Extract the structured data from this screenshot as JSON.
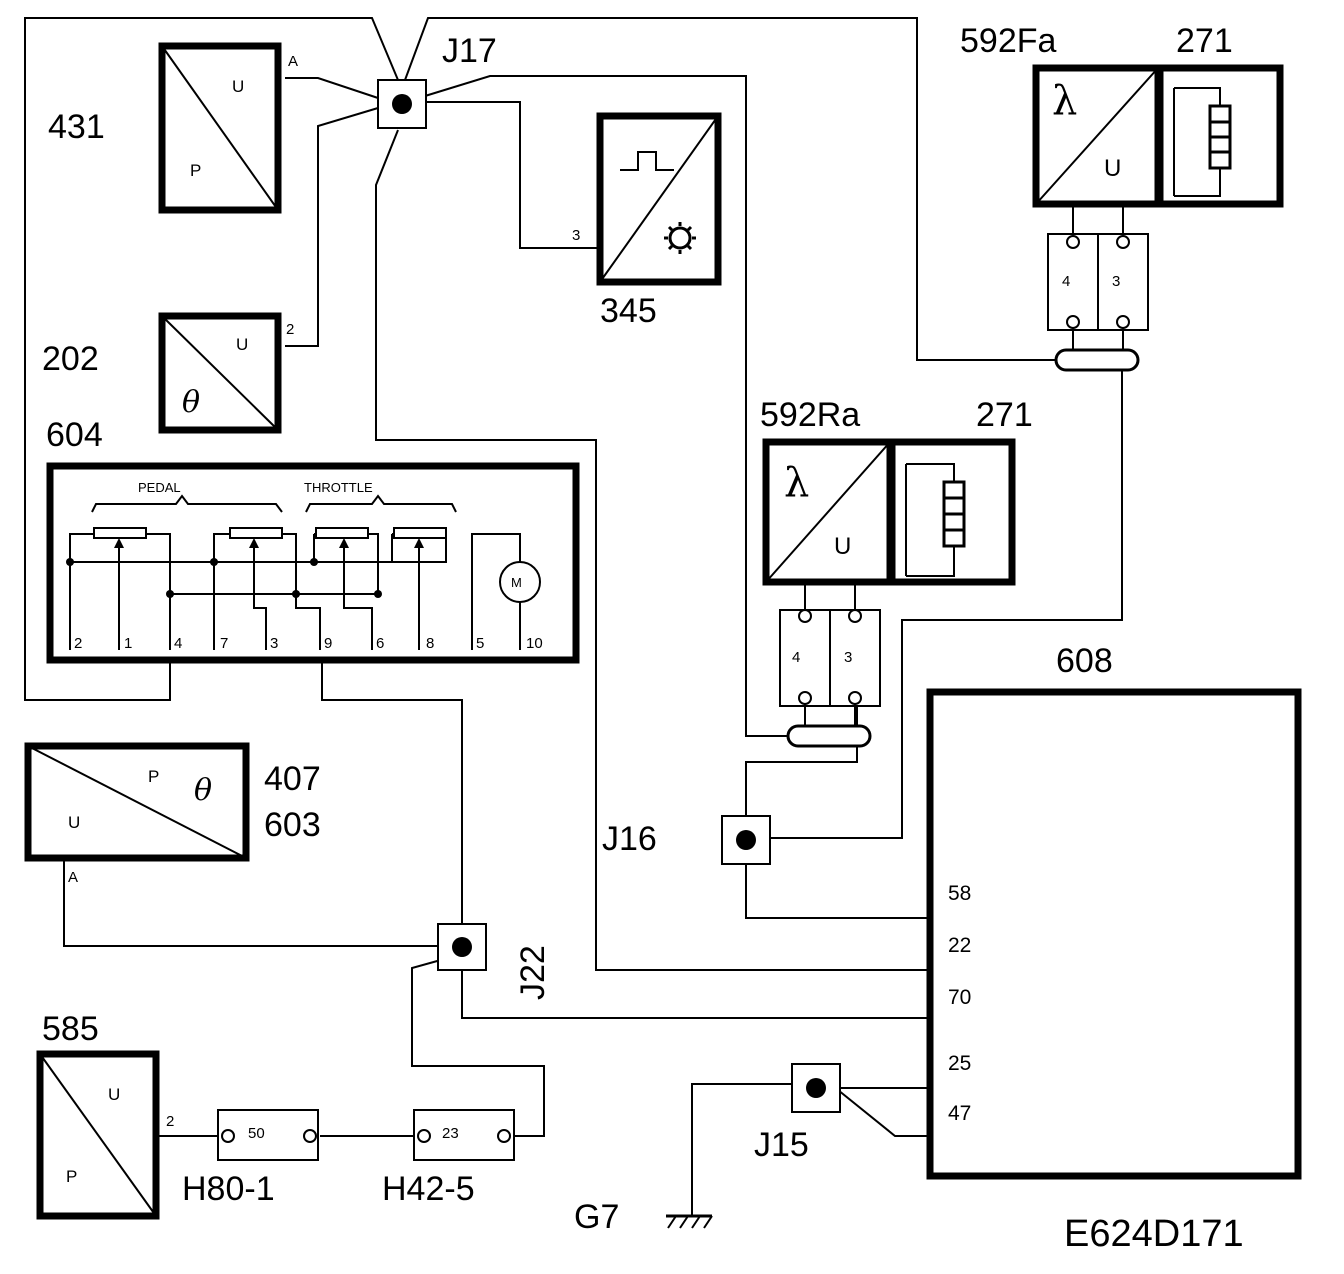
{
  "components": {
    "c431": {
      "ref": "431",
      "u": "U",
      "p": "P",
      "pin_a": "A"
    },
    "c202": {
      "ref": "202",
      "u": "U",
      "theta": "θ",
      "pin_2": "2"
    },
    "c345": {
      "ref": "345",
      "pin_3": "3"
    },
    "c592fa": {
      "ref": "592Fa",
      "lambda": "λ",
      "u": "U",
      "pins": [
        "4",
        "3"
      ]
    },
    "c271a": {
      "ref": "271"
    },
    "c592ra": {
      "ref": "592Ra",
      "lambda": "λ",
      "u": "U",
      "pins": [
        "4",
        "3"
      ]
    },
    "c271b": {
      "ref": "271"
    },
    "c604": {
      "ref": "604",
      "pedal": "PEDAL",
      "throttle": "THROTTLE",
      "motor": "M",
      "pins": [
        "2",
        "1",
        "4",
        "7",
        "3",
        "9",
        "6",
        "8",
        "5",
        "10"
      ]
    },
    "c407": {
      "ref1": "407",
      "ref2": "603",
      "p": "P",
      "theta": "θ",
      "u": "U",
      "pin_a": "A"
    },
    "c585": {
      "ref": "585",
      "u": "U",
      "p": "P",
      "pin_2": "2"
    },
    "c608": {
      "ref": "608",
      "pins": [
        "58",
        "22",
        "70",
        "25",
        "47"
      ]
    }
  },
  "junctions": {
    "j17": "J17",
    "j16": "J16",
    "j22": "J22",
    "j15": "J15"
  },
  "connectors": {
    "h80": {
      "ref": "H80-1",
      "pin": "50"
    },
    "h42": {
      "ref": "H42-5",
      "pin": "23"
    }
  },
  "ground": "G7",
  "diagram_code": "E624D171"
}
